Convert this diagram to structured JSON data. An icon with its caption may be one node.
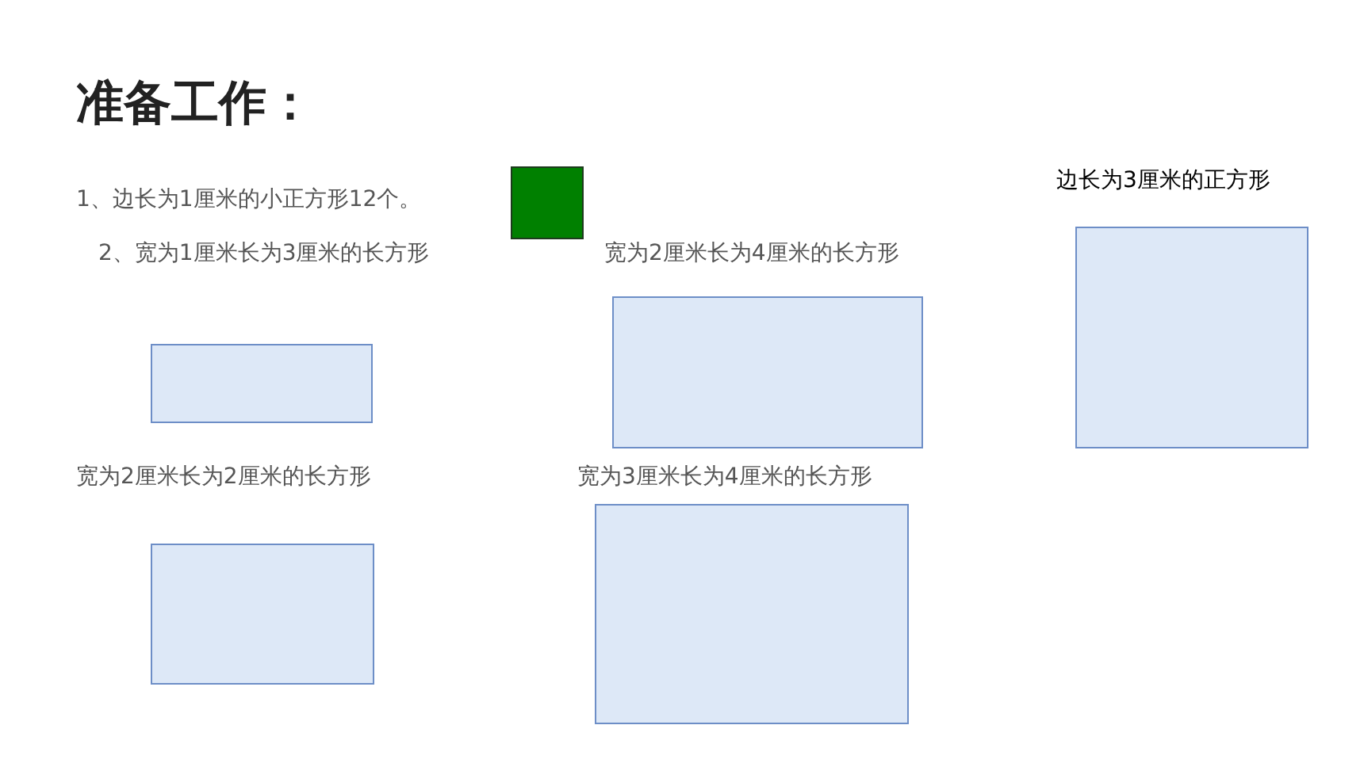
{
  "diagram": {
    "title": "准备工作：",
    "nodes": [
      {
        "text": [],
        "shape": "box"
      },
      {
        "text": [
          "2、宽为1厘米长为3厘米的长方形"
        ]
      },
      {
        "text": [
          "宽为2厘米长为4厘米的长方形"
        ]
      },
      {
        "text": [
          "边长为3厘米的正方形"
        ]
      },
      {
        "text": [
          "宽为2厘米长为2厘米的长方形"
        ]
      },
      {
        "text": [
          "宽为3厘米长为4厘米的长方形"
        ]
      }
    ],
    "labels": [
      "1、边长为1厘米的小正方形12个。"
    ]
  }
}
